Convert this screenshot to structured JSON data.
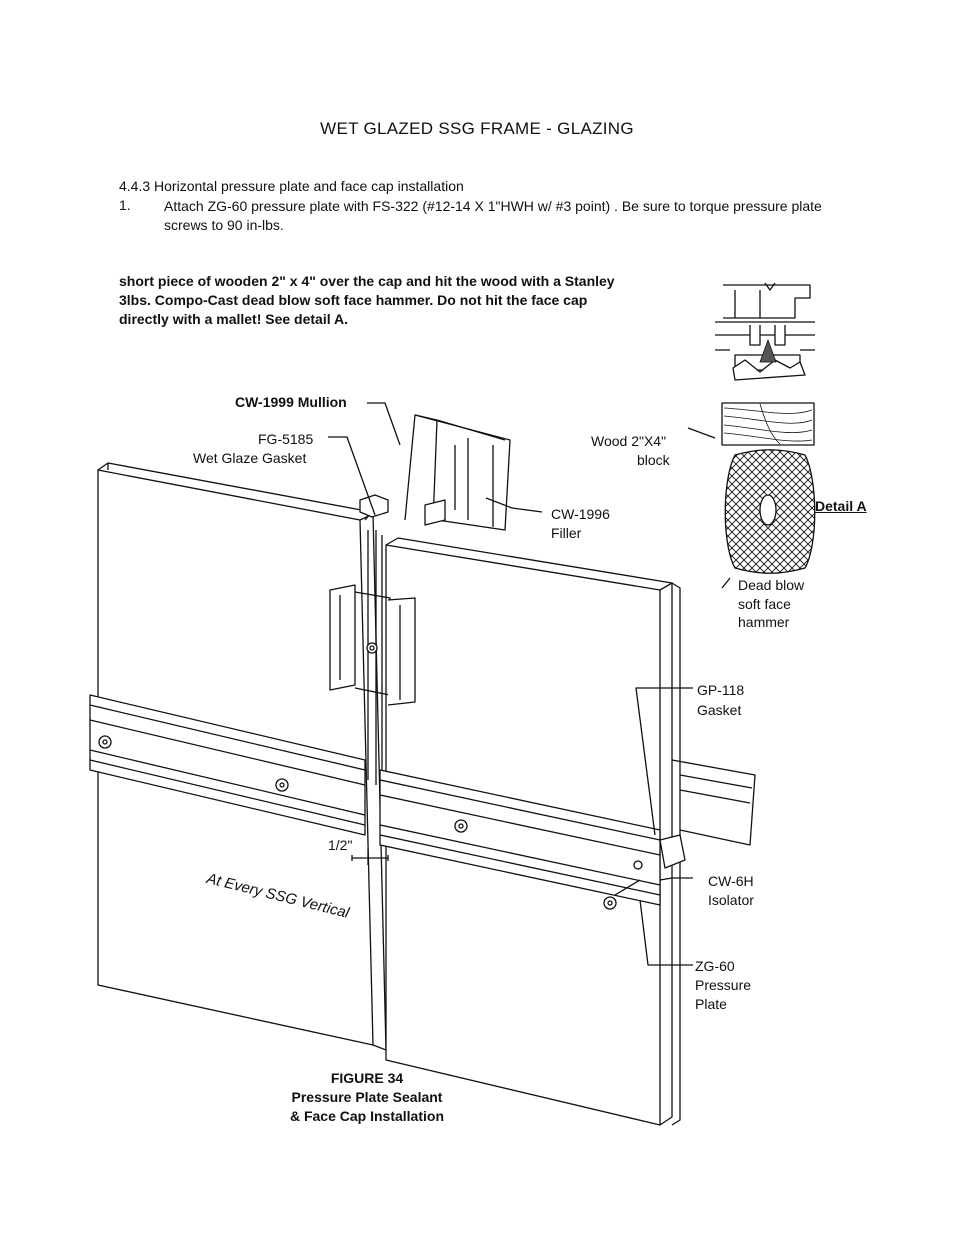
{
  "page_title": "WET GLAZED  SSG  FRAME - GLAZING",
  "section": "4.4.3  Horizontal pressure plate and face cap installation",
  "step": {
    "number": "1.",
    "text": "Attach ZG-60 pressure plate with FS-322 (#12-14 X 1\"HWH w/ #3 point) . Be sure to torque pressure plate screws to 90 in-lbs."
  },
  "note": "short piece of wooden 2\" x 4\" over the cap and hit the wood with a Stanley 3lbs. Compo-Cast dead blow soft face hammer. Do not hit the face cap directly with a mallet! See detail A.",
  "labels": {
    "mullion": "CW-1999 Mullion",
    "gasket_fg_1": "FG-5185",
    "gasket_fg_2": "Wet Glaze Gasket",
    "filler_1": "CW-1996",
    "filler_2": "Filler",
    "wood_1": "Wood 2\"X4\"",
    "wood_2": "block",
    "detail": "Detail A",
    "hammer_1": "Dead blow",
    "hammer_2": "soft face",
    "hammer_3": "hammer",
    "gp_1": "GP-118",
    "gp_2": "Gasket",
    "half_inch": "1/2\"",
    "ssg_vertical": "At Every SSG Vertical",
    "isolator_1": "CW-6H",
    "isolator_2": "Isolator",
    "zg_1": "ZG-60",
    "zg_2": "Pressure",
    "zg_3": "Plate"
  },
  "figure": {
    "number": "FIGURE 34",
    "caption_1": "Pressure Plate Sealant",
    "caption_2": "& Face Cap Installation"
  }
}
